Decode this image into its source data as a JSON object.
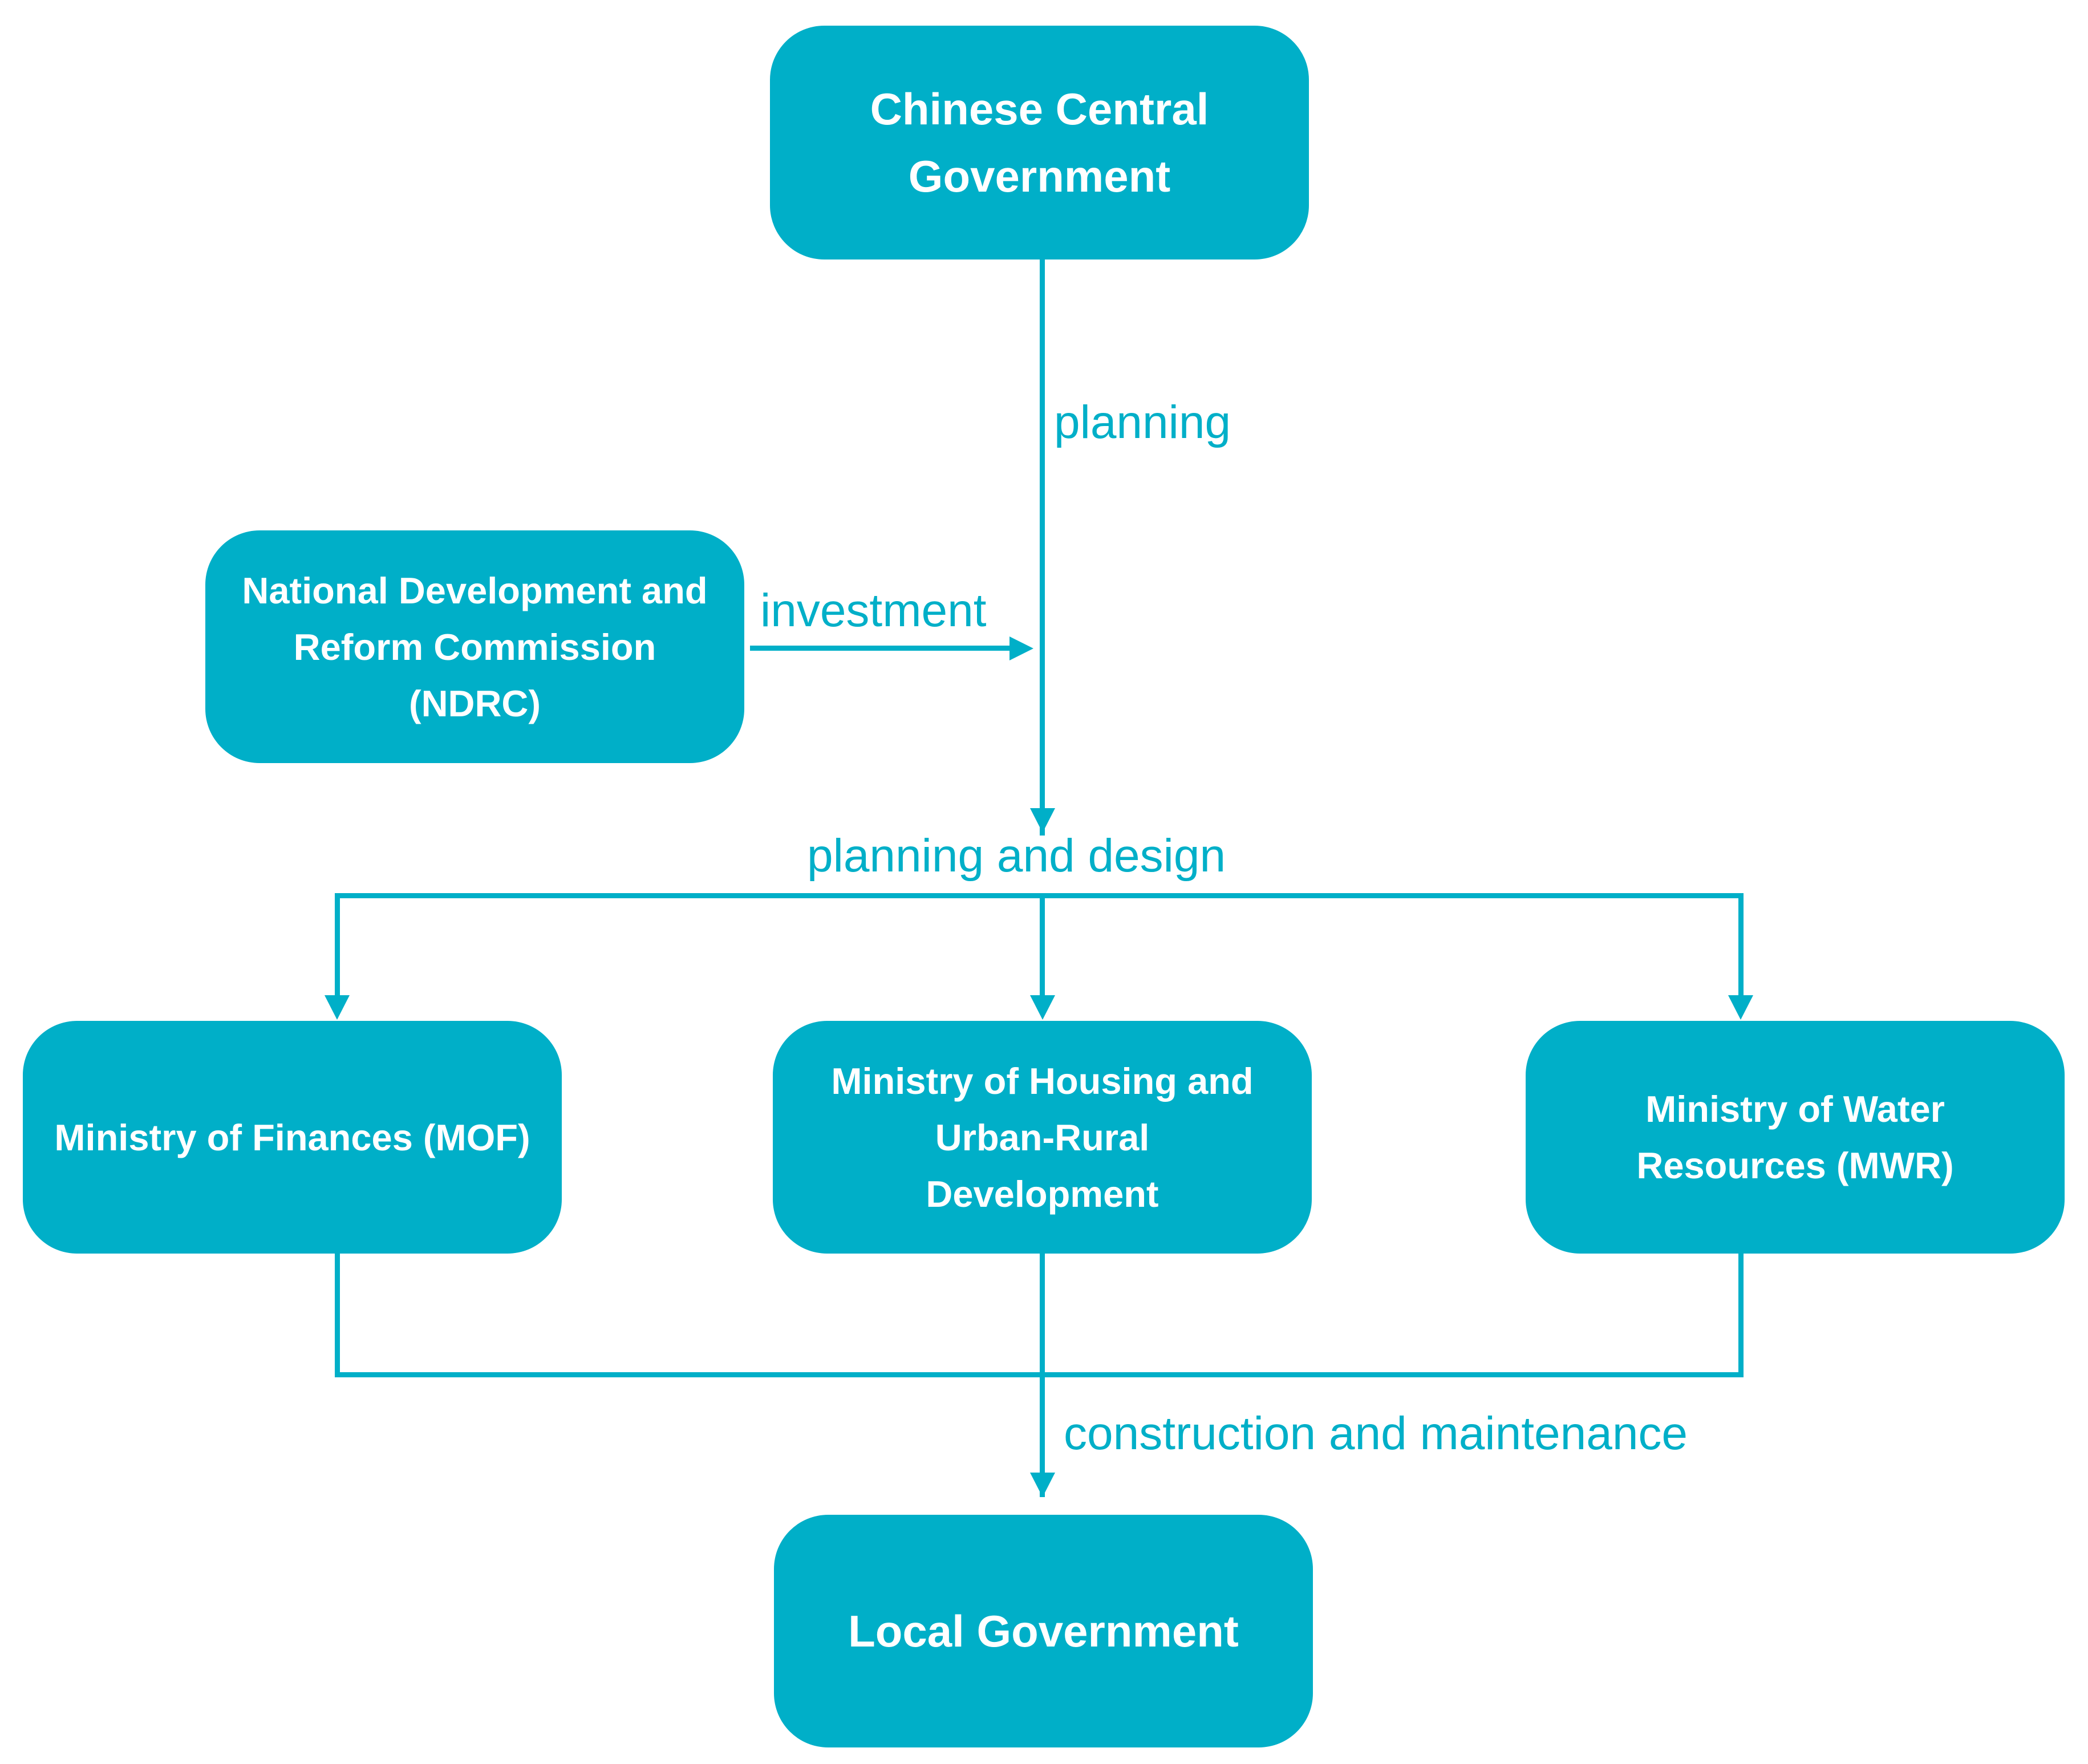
{
  "colors": {
    "box_fill": "#00afc8",
    "box_text": "#ffffff",
    "connector": "#00afc8",
    "background": "#ffffff"
  },
  "boxes": {
    "central": {
      "lines": [
        "Chinese Central",
        "Government"
      ]
    },
    "ndrc": {
      "lines": [
        "National Development and",
        "Reform Commission",
        "(NDRC)"
      ]
    },
    "mof": {
      "lines": [
        "Ministry of Finances (MOF)"
      ]
    },
    "mohurd": {
      "lines": [
        "Ministry of Housing and",
        "Urban-Rural",
        "Development"
      ]
    },
    "mwr": {
      "lines": [
        "Ministry of Water",
        "Resources (MWR)"
      ]
    },
    "local": {
      "lines": [
        "Local Government"
      ]
    }
  },
  "labels": {
    "planning": "planning",
    "investment": "investment",
    "planning_design": "planning and design",
    "construction": "construction and maintenance"
  }
}
